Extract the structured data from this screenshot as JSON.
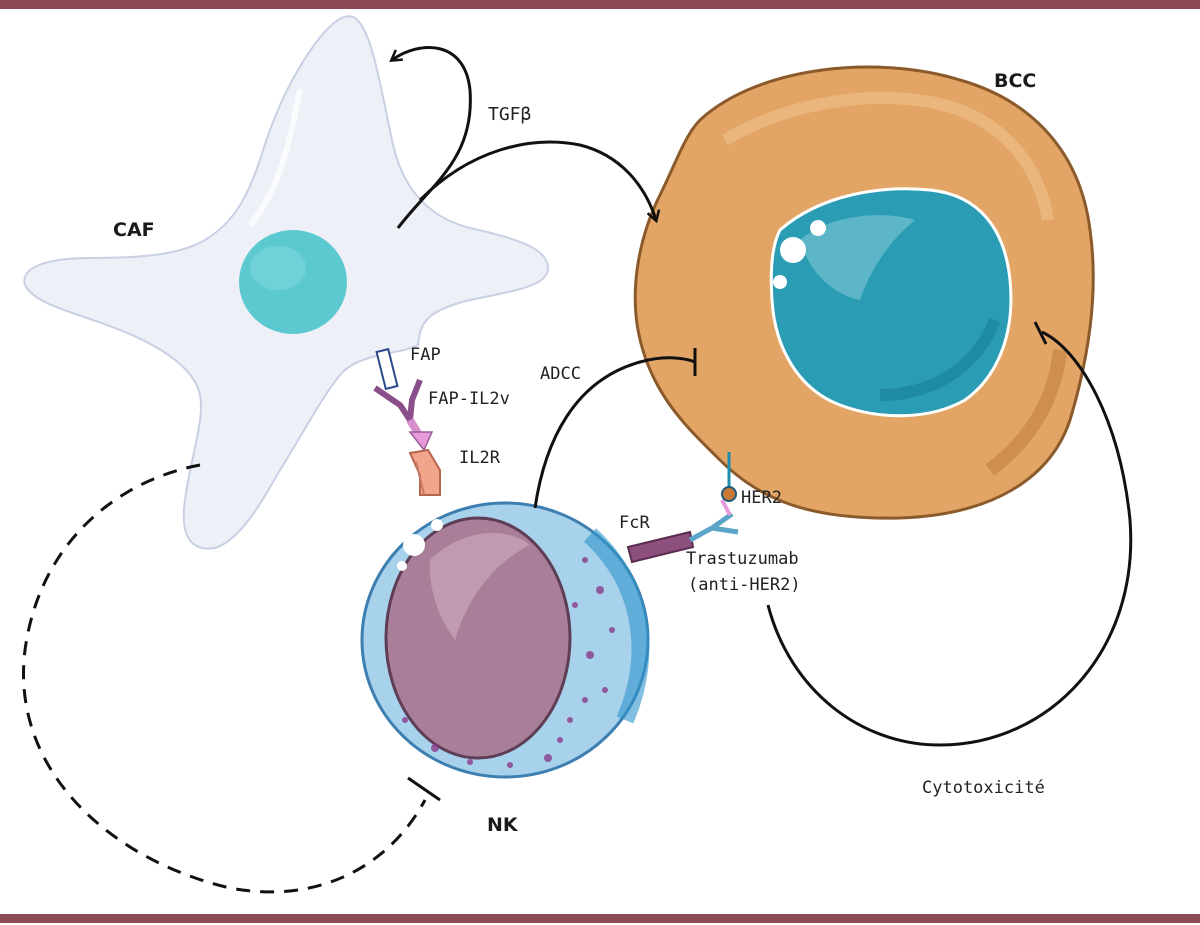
{
  "cells": {
    "caf": "CAF",
    "bcc": "BCC",
    "nk": "NK"
  },
  "labels": {
    "tgfb": "TGFβ",
    "fap": "FAP",
    "fap_il2v": "FAP-IL2v",
    "il2r": "IL2R",
    "adcc": "ADCC",
    "fcr": "FcR",
    "her2": "HER2",
    "trastuzumab": "Trastuzumab",
    "anti_her2": "(anti-HER2)",
    "cytotoxicite": "Cytotoxicité"
  },
  "colors": {
    "rule": "#8c4a56",
    "caf_body": "#eef0f8",
    "caf_nucleus": "#5cc8d0",
    "bcc_body": "#e3a565",
    "bcc_nucleus": "#2a9db5",
    "nk_body": "#a8d2ec",
    "nk_nucleus": "#a97e99"
  }
}
